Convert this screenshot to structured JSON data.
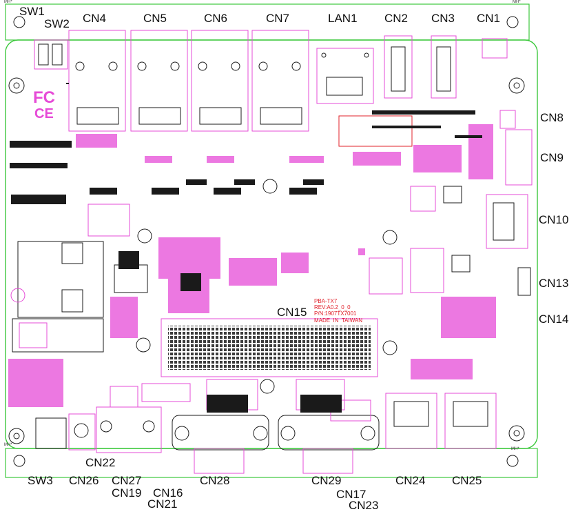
{
  "board": {
    "outline_color": "#3cc83c",
    "component_color": "#e64bd7",
    "pad_color": "#1a1a1a",
    "silkscreen_color": "#e0202a"
  },
  "labels": {
    "sw1": "SW1",
    "sw2": "SW2",
    "cn4": "CN4",
    "cn5": "CN5",
    "cn6": "CN6",
    "cn7": "CN7",
    "lan1": "LAN1",
    "cn2": "CN2",
    "cn3": "CN3",
    "cn1": "CN1",
    "cn8": "CN8",
    "cn9": "CN9",
    "cn10": "CN10",
    "cn13": "CN13",
    "cn14": "CN14",
    "cn15": "CN15",
    "cn22": "CN22",
    "sw3": "SW3",
    "cn26": "CN26",
    "cn27": "CN27",
    "cn19": "CN19",
    "cn16": "CN16",
    "cn21": "CN21",
    "cn28": "CN28",
    "cn29": "CN29",
    "cn17": "CN17",
    "cn23": "CN23",
    "cn24": "CN24",
    "cn25": "CN25"
  },
  "silkscreen": {
    "line1": "PBA-TX7",
    "line2": "REV:A0.2_0_0",
    "line3": "P/N:1907TX7001",
    "line4": "MADE  IN  TAIWAN"
  },
  "logos": {
    "fc": "FC",
    "ce": "CE"
  },
  "mounting_marks": {
    "mh": "MH*"
  },
  "icons": [
    "mounting-hole-icon",
    "fc-logo-icon",
    "ce-logo-icon",
    "ic-chip-icon"
  ]
}
